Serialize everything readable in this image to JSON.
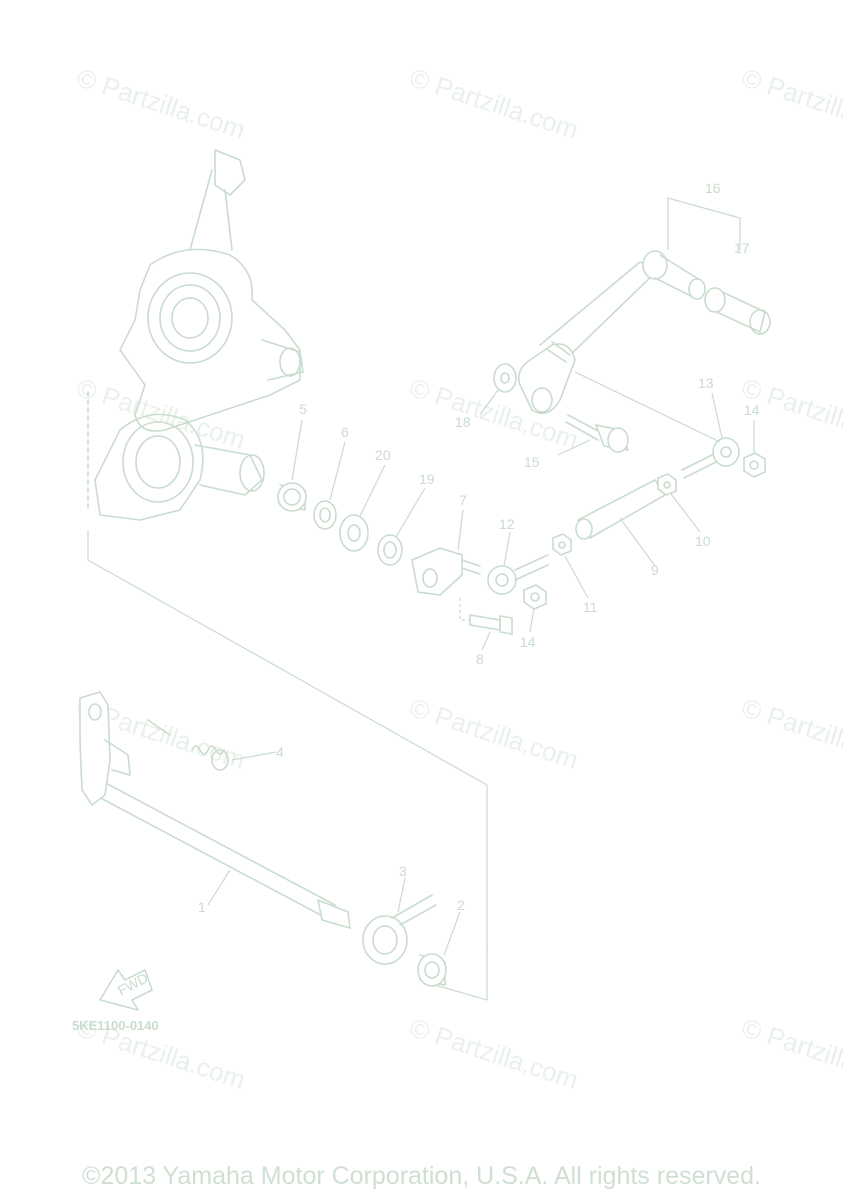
{
  "watermarks": [
    "© Partzilla.com",
    "© Partzilla.com",
    "© Partzilla.com",
    "© Partzilla.com",
    "© Partzilla.com",
    "© Partzilla.com",
    "© Partzilla.com",
    "© Partzilla.com",
    "© Partzilla.com",
    "© Partzilla.com",
    "© Partzilla.com",
    "© Partzilla.com"
  ],
  "callouts": [
    "1",
    "2",
    "3",
    "4",
    "5",
    "6",
    "7",
    "8",
    "9",
    "10",
    "11",
    "12",
    "13",
    "14",
    "14",
    "15",
    "16",
    "17",
    "18",
    "19",
    "20"
  ],
  "fwd_label": "FWD",
  "diagram_code": "5KE1100-0140",
  "copyright": "©2013 Yamaha Motor Corporation, U.S.A. All rights reserved.",
  "colors": {
    "line": "#c9dccd",
    "watermark": "#e9f1ea"
  }
}
